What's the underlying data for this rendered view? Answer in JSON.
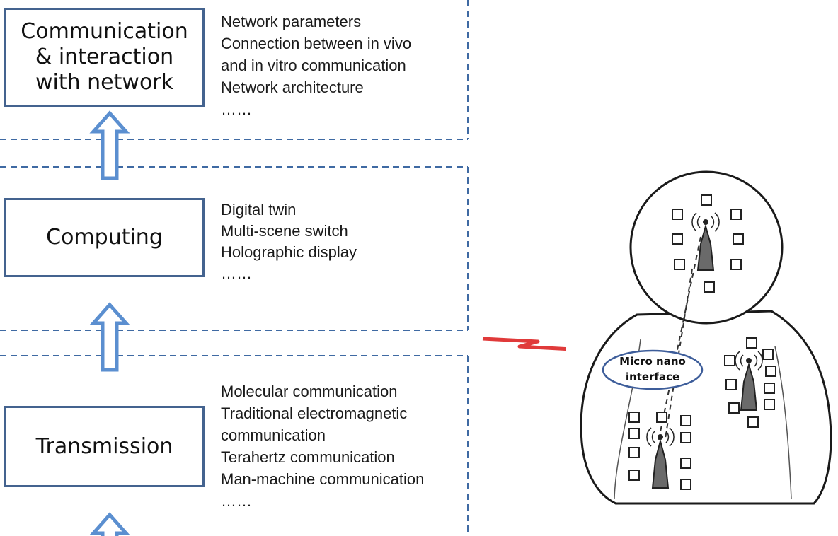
{
  "layers": [
    {
      "id": "communication",
      "title": "Communication\n& interaction\nwith network",
      "items": [
        "Network parameters",
        "Connection between in vivo",
        "and in vitro communication",
        "Network architecture",
        "……"
      ]
    },
    {
      "id": "computing",
      "title": "Computing",
      "items": [
        "Digital twin",
        "Multi-scene switch",
        "Holographic display",
        "……"
      ]
    },
    {
      "id": "transmission",
      "title": "Transmission",
      "items": [
        "Molecular communication",
        "Traditional electromagnetic",
        "communication",
        "Terahertz communication",
        "Man-machine communication",
        "……"
      ]
    }
  ],
  "figure": {
    "interface_label": "Micro nano\ninterface",
    "icons": [
      "human-body-figure",
      "antenna-icon",
      "sensor-square-icon",
      "wireless-link-icon",
      "up-arrow-icon"
    ]
  },
  "colors": {
    "box_border": "#44638f",
    "dashed": "#3f6aa3",
    "arrow": "#5b8fd0",
    "link": "#e03a3a",
    "ellipse": "#3d5d9a"
  }
}
